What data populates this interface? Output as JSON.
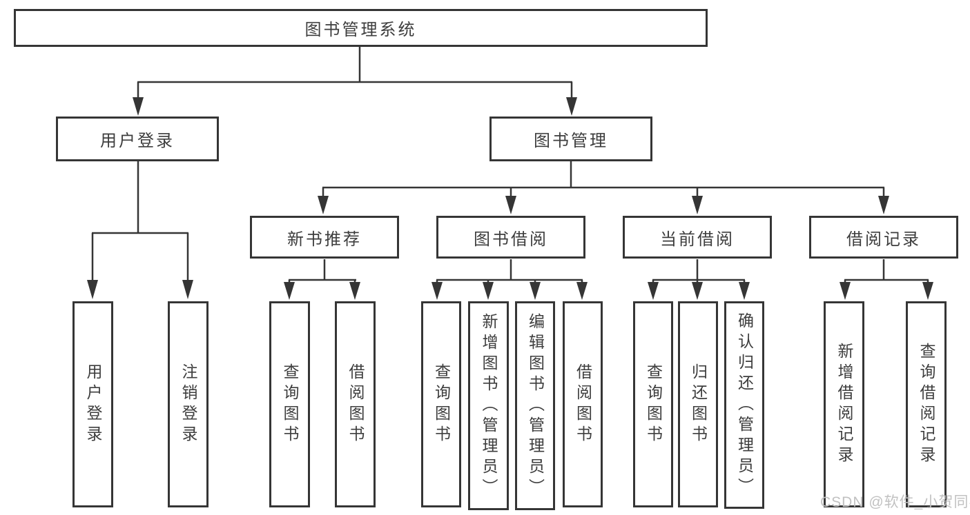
{
  "diagram": {
    "root": {
      "label": "图书管理系统"
    },
    "level2": [
      {
        "label": "用户登录",
        "children": [
          {
            "label": "用户登录"
          },
          {
            "label": "注销登录"
          }
        ]
      },
      {
        "label": "图书管理",
        "sections": [
          {
            "label": "新书推荐",
            "children": [
              {
                "label": "查询图书"
              },
              {
                "label": "借阅图书"
              }
            ]
          },
          {
            "label": "图书借阅",
            "children": [
              {
                "label": "查询图书"
              },
              {
                "label": "新增图书（管理员）"
              },
              {
                "label": "编辑图书（管理员）"
              },
              {
                "label": "借阅图书"
              }
            ]
          },
          {
            "label": "当前借阅",
            "children": [
              {
                "label": "查询图书"
              },
              {
                "label": "归还图书"
              },
              {
                "label": "确认归还（管理员）"
              }
            ]
          },
          {
            "label": "借阅记录",
            "children": [
              {
                "label": "新增借阅记录"
              },
              {
                "label": "查询借阅记录"
              }
            ]
          }
        ]
      }
    ]
  },
  "watermark": {
    "text": "CSDN @软件_小贺同学"
  },
  "colors": {
    "line": "#353535",
    "text": "#3d3d3d",
    "node_background": "#ffffff",
    "page_background": "#ffffff",
    "watermark": "#c1c1c1"
  }
}
